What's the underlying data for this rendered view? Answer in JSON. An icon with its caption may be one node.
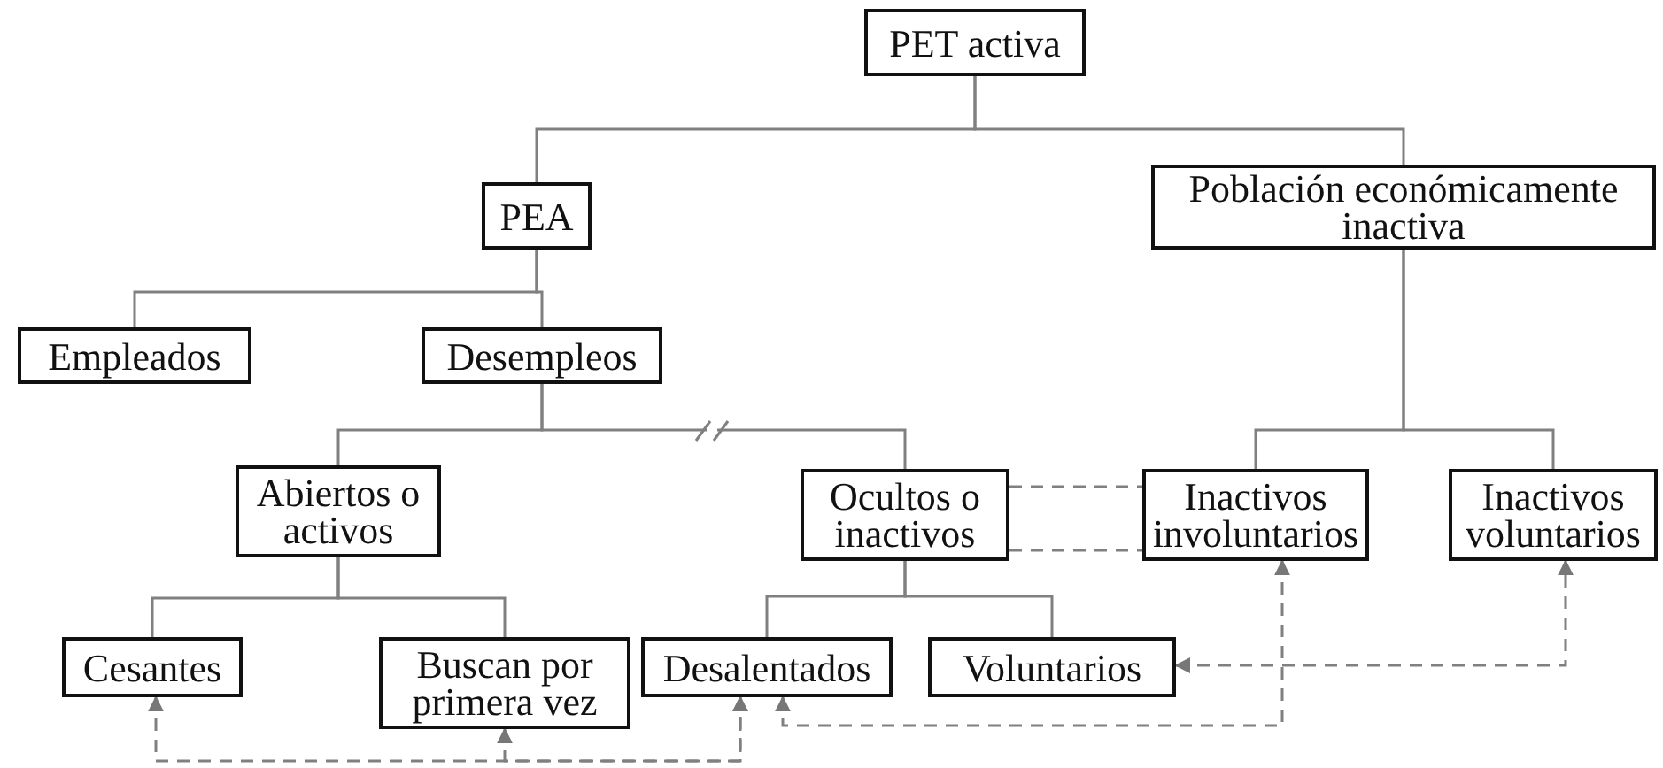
{
  "diagram": {
    "nodes": [
      {
        "text": [
          "PET activa"
        ]
      },
      {
        "text": [
          "PEA"
        ]
      },
      {
        "text": [
          "Población económicamente inactiva"
        ]
      },
      {
        "text": [
          "Empleados"
        ]
      },
      {
        "text": [
          "Desempleos"
        ]
      },
      {
        "text": [
          "Abiertos o activos"
        ]
      },
      {
        "text": [
          "Ocultos o inactivos"
        ]
      },
      {
        "text": [
          "Inactivos involuntarios"
        ]
      },
      {
        "text": [
          "Inactivos voluntarios"
        ]
      },
      {
        "text": [
          "Cesantes"
        ]
      },
      {
        "text": [
          "Buscan por primera vez"
        ]
      },
      {
        "text": [
          "Desalentados"
        ]
      },
      {
        "text": [
          "Voluntarios"
        ]
      }
    ],
    "edges": [
      {
        "from": 0,
        "to": 1,
        "arrow": "none"
      },
      {
        "from": 0,
        "to": 2,
        "arrow": "none"
      },
      {
        "from": 1,
        "to": 3,
        "arrow": "none"
      },
      {
        "from": 1,
        "to": 4,
        "arrow": "none"
      },
      {
        "from": 4,
        "to": 5,
        "arrow": "none"
      },
      {
        "from": 4,
        "to": 6,
        "arrow": "none"
      },
      {
        "from": 2,
        "to": 7,
        "arrow": "none"
      },
      {
        "from": 2,
        "to": 8,
        "arrow": "none"
      },
      {
        "from": 5,
        "to": 9,
        "arrow": "none"
      },
      {
        "from": 5,
        "to": 10,
        "arrow": "none"
      },
      {
        "from": 6,
        "to": 11,
        "arrow": "none"
      },
      {
        "from": 6,
        "to": 12,
        "arrow": "none"
      },
      {
        "from": 6,
        "to": 7,
        "arrow": "none",
        "style": "dashed"
      },
      {
        "from": 6,
        "to": 7,
        "arrow": "none",
        "style": "dashed"
      },
      {
        "from": 11,
        "to": 7,
        "arrow": "both",
        "style": "dashed"
      },
      {
        "from": 12,
        "to": 8,
        "arrow": "both",
        "style": "dashed"
      },
      {
        "from": 9,
        "to": 11,
        "arrow": "both",
        "style": "dashed"
      },
      {
        "from": 10,
        "to": 11,
        "arrow": "both",
        "style": "dashed"
      }
    ]
  }
}
